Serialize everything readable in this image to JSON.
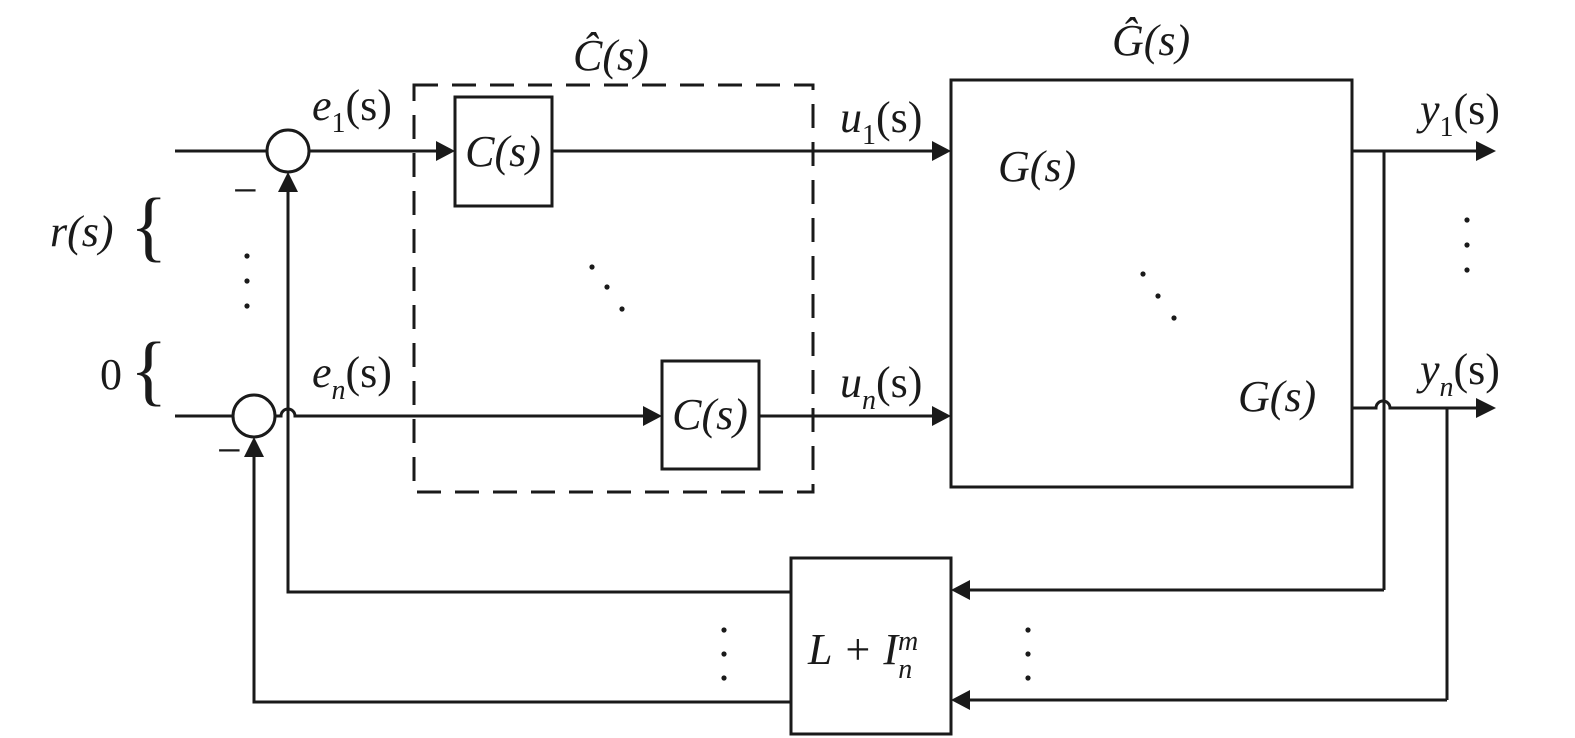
{
  "labels": {
    "r": "r(s)",
    "zero": "0",
    "minus_sign": "−",
    "e1_main": "e",
    "e1_sub": "1",
    "en_main": "e",
    "en_sub": "n",
    "arg": "(s)",
    "c_hat": "Ĉ(s)",
    "g_hat": "Ĝ(s)",
    "c_block": "C(s)",
    "g_block": "G(s)",
    "u1_main": "u",
    "u1_sub": "1",
    "un_main": "u",
    "un_sub": "n",
    "y1_main": "y",
    "y1_sub": "1",
    "yn_main": "y",
    "yn_sub": "n",
    "feedback_L": "L + I",
    "feedback_sup": "m",
    "feedback_sub": "n"
  }
}
